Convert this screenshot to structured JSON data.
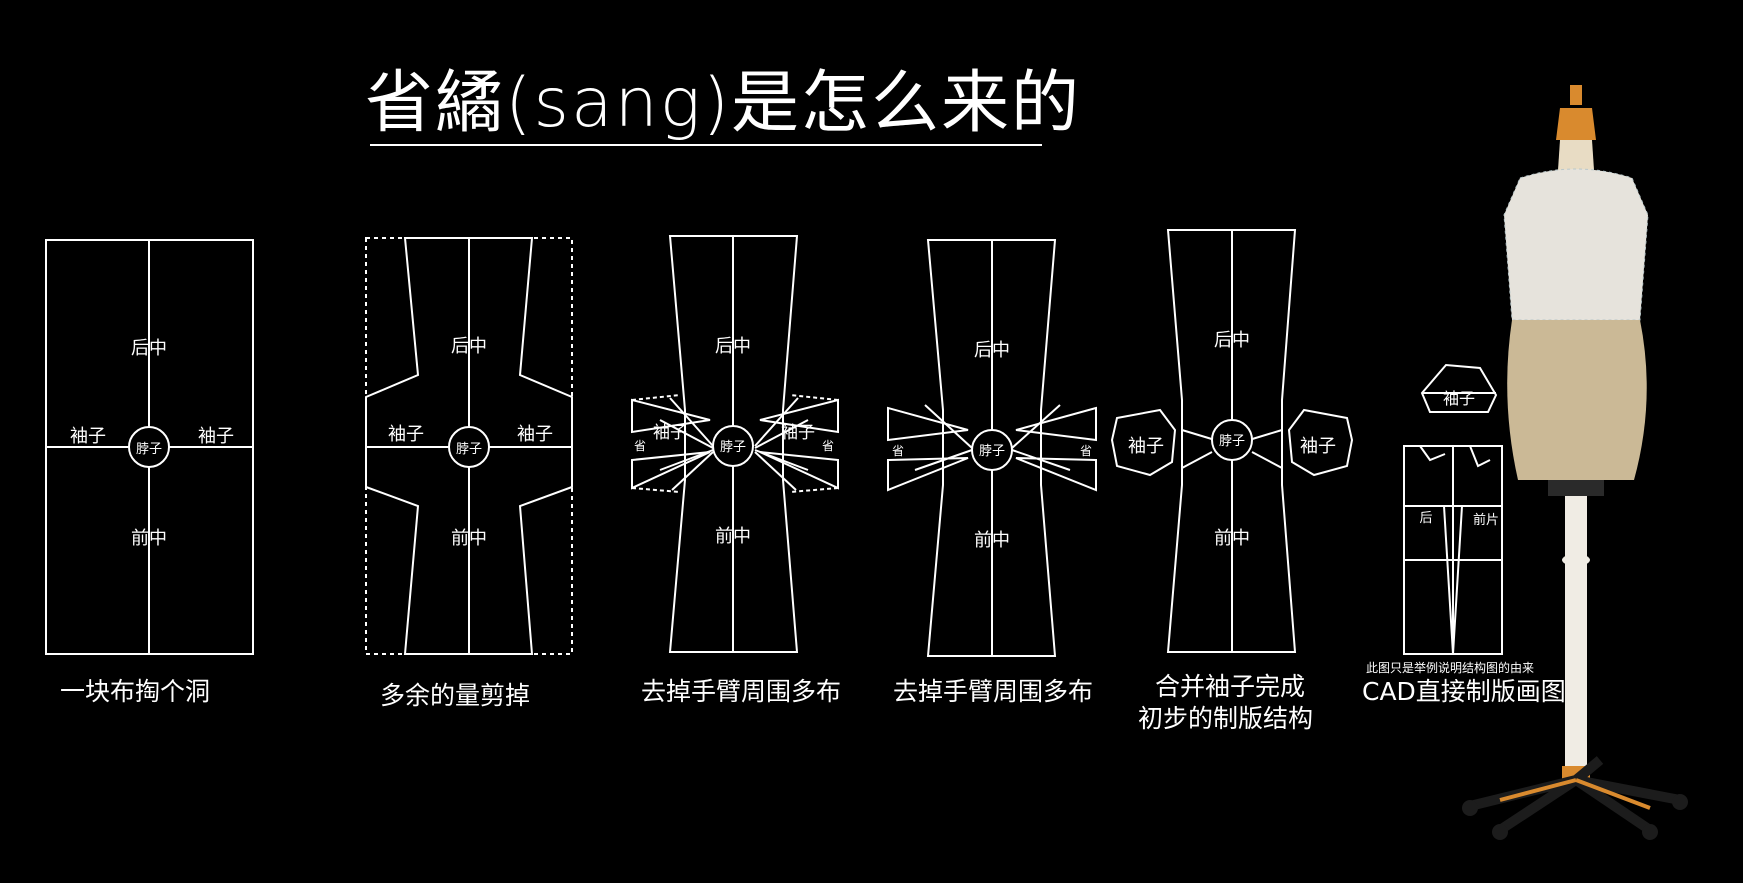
{
  "title": "省繘(sang)是怎么来的",
  "labels": {
    "back_center": "后中",
    "front_center": "前中",
    "sleeve": "袖子",
    "neck": "脖子",
    "dart": "省",
    "back": "后",
    "front_piece": "前片"
  },
  "captions": [
    "一块布掏个洞",
    "多余的量剪掉",
    "去掉手臂周围多布",
    "去掉手臂周围多布",
    "合并袖子完成",
    "初步的制版结构",
    "CAD直接制版画图"
  ],
  "small_note": "此图只是举例说明结构图的由来",
  "colors": {
    "background": "#000000",
    "line": "#ffffff",
    "jacket": "#e6e3dc",
    "form": "#cbb996",
    "stand": "#f0ece4",
    "accent": "#d98a2e"
  }
}
